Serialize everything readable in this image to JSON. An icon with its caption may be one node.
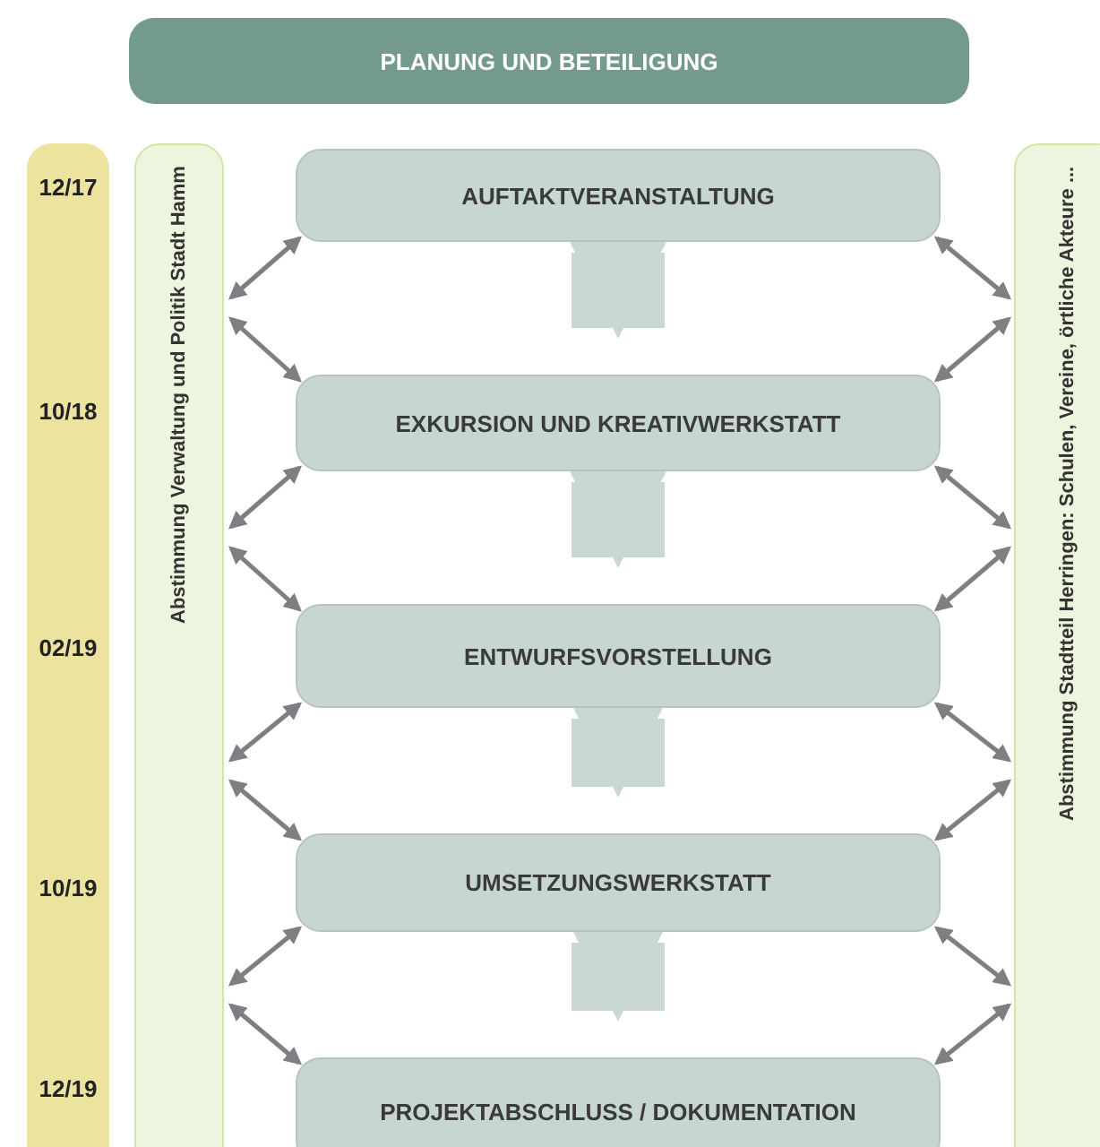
{
  "diagram": {
    "nodes": [
      {
        "text": [
          "PLANUNG UND BETEILIGUNG"
        ]
      },
      {
        "text": [
          "12/17",
          "10/18",
          "02/19",
          "10/19",
          "12/19"
        ]
      },
      {
        "text": [
          "Abstimmung Verwaltung und Politik Stadt Hamm"
        ]
      },
      {
        "text": [
          "AUFTAKTVERANSTALTUNG"
        ]
      },
      {
        "text": [
          "EXKURSION UND KREATIVWERKSTATT"
        ]
      },
      {
        "text": [
          "ENTWURFSVORSTELLUNG"
        ]
      },
      {
        "text": [
          "UMSETZUNGSWERKSTATT"
        ]
      },
      {
        "text": [
          "PROJEKTABSCHLUSS / DOKUMENTATION"
        ]
      },
      {
        "text": [
          "Abstimmung Stadtteil Herringen: Schulen, Vereine, örtliche Akteure ..."
        ]
      }
    ],
    "edges": [
      {
        "from": 3,
        "to": 4,
        "arrow": "to",
        "style": "thick",
        "color": "#c9d8d1"
      },
      {
        "from": 4,
        "to": 5,
        "arrow": "to",
        "style": "thick",
        "color": "#c9d8d1"
      },
      {
        "from": 5,
        "to": 6,
        "arrow": "to",
        "style": "thick",
        "color": "#c9d8d1"
      },
      {
        "from": 6,
        "to": 7,
        "arrow": "to",
        "style": "thick",
        "color": "#c9d8d1"
      },
      {
        "from": 2,
        "to": 3,
        "arrow": "both"
      },
      {
        "from": 2,
        "to": 4,
        "arrow": "both"
      },
      {
        "from": 2,
        "to": 4,
        "arrow": "both"
      },
      {
        "from": 2,
        "to": 5,
        "arrow": "both"
      },
      {
        "from": 2,
        "to": 5,
        "arrow": "both"
      },
      {
        "from": 2,
        "to": 6,
        "arrow": "both"
      },
      {
        "from": 2,
        "to": 6,
        "arrow": "both"
      },
      {
        "from": 2,
        "to": 7,
        "arrow": "both"
      },
      {
        "from": 8,
        "to": 3,
        "arrow": "both"
      },
      {
        "from": 8,
        "to": 4,
        "arrow": "both"
      },
      {
        "from": 8,
        "to": 4,
        "arrow": "both"
      },
      {
        "from": 8,
        "to": 5,
        "arrow": "both"
      },
      {
        "from": 8,
        "to": 5,
        "arrow": "both"
      },
      {
        "from": 8,
        "to": 6,
        "arrow": "both"
      },
      {
        "from": 8,
        "to": 6,
        "arrow": "both"
      },
      {
        "from": 8,
        "to": 7,
        "arrow": "both"
      }
    ]
  }
}
